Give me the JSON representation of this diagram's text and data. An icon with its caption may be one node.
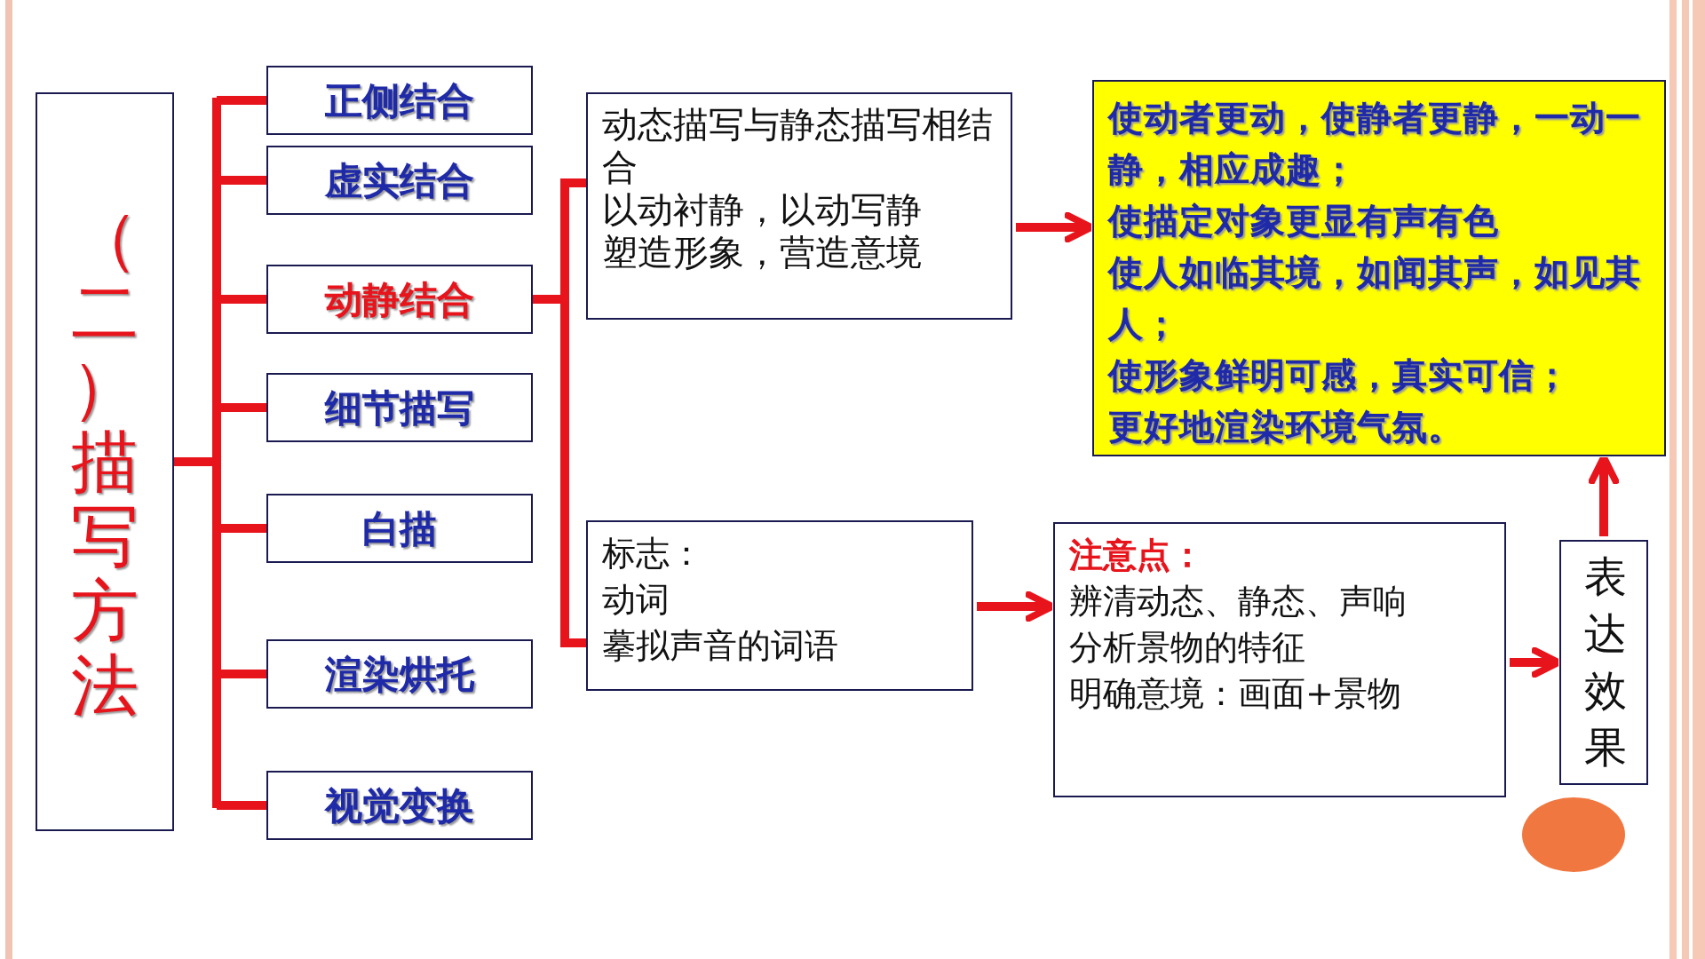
{
  "diagram": {
    "nodes": [
      {
        "text": [
          "（二）描写方法"
        ]
      },
      {
        "text": [
          "正侧结合"
        ]
      },
      {
        "text": [
          "虚实结合"
        ]
      },
      {
        "text": [
          "动静结合"
        ]
      },
      {
        "text": [
          "细节描写"
        ]
      },
      {
        "text": [
          "白描"
        ]
      },
      {
        "text": [
          "渲染烘托"
        ]
      },
      {
        "text": [
          "视觉变换"
        ]
      },
      {
        "text": [
          "动态描写与静态描写相结合",
          "以动衬静，以动写静",
          "塑造形象，营造意境"
        ]
      },
      {
        "text": [
          "标志：",
          "动词",
          "摹拟声音的词语"
        ]
      },
      {
        "text": [
          "使动者更动，使静者更静，一动一静，相应成趣；",
          "使描定对象更显有声有色",
          "使人如临其境，如闻其声，如见其人；",
          "使形象鲜明可感，真实可信；",
          "更好地渲染环境气氛。"
        ]
      },
      {
        "text": [
          "注意点：",
          "辨清动态、静态、声响",
          "分析景物的特征",
          "明确意境：画面+景物"
        ]
      },
      {
        "text": [
          "表达效果"
        ]
      }
    ],
    "edges": [
      {
        "from": 0,
        "to": 1,
        "arrow": "none"
      },
      {
        "from": 0,
        "to": 2,
        "arrow": "none"
      },
      {
        "from": 0,
        "to": 3,
        "arrow": "none"
      },
      {
        "from": 0,
        "to": 4,
        "arrow": "none"
      },
      {
        "from": 0,
        "to": 5,
        "arrow": "none"
      },
      {
        "from": 0,
        "to": 6,
        "arrow": "none"
      },
      {
        "from": 0,
        "to": 7,
        "arrow": "none"
      },
      {
        "from": 3,
        "to": 8,
        "arrow": "none"
      },
      {
        "from": 3,
        "to": 9,
        "arrow": "none"
      },
      {
        "from": 8,
        "to": 10,
        "arrow": "to"
      },
      {
        "from": 9,
        "to": 11,
        "arrow": "to"
      },
      {
        "from": 11,
        "to": 12,
        "arrow": "to"
      },
      {
        "from": 12,
        "to": 10,
        "arrow": "to"
      }
    ]
  }
}
